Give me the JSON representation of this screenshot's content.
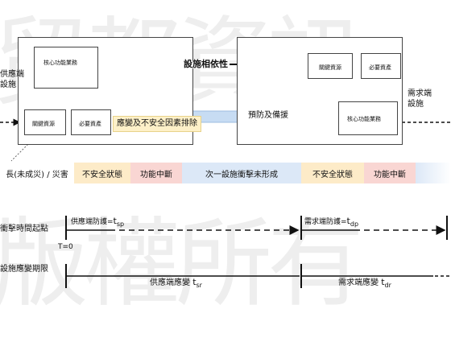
{
  "watermark": {
    "line1": "贸都資訊",
    "line2": "版權所有"
  },
  "supplier": {
    "label": "供應端\n設施",
    "core": "核心功能業務",
    "key_resource": "關鍵資源",
    "necessary": "必要資產"
  },
  "demander": {
    "label": "需求端\n設施",
    "key_resource": "關鍵資源",
    "necessary": "必要資產",
    "core": "核心功能業務"
  },
  "dependency_label": "設施相依性",
  "prevention_label": "預防及備援",
  "adaptation_label": "應變及不安全因素排除",
  "timeline_bar": {
    "segments": [
      "長(未成災) / 災害",
      "不安全狀態",
      "功能中斷",
      "次一設施衝擊未形成",
      "不安全狀態",
      "功能中斷"
    ],
    "colors": [
      "#ffffff",
      "#fdebc8",
      "#f9d6d3",
      "#dce8f7",
      "#fdebc8",
      "#f9d6d3"
    ]
  },
  "impact_row": {
    "label": "衝擊時間起點",
    "t0": "T=0",
    "supplier_defense": "供應端防護=",
    "supplier_t": "t",
    "supplier_sub": "sp",
    "demander_defense": "需求端防護=",
    "demander_t": "t",
    "demander_sub": "dp"
  },
  "response_row": {
    "label": "設施應變期限",
    "supplier_resp": "供應端應變",
    "supplier_t": "t",
    "supplier_sub": "sr",
    "demander_resp": "需求端應變",
    "demander_t": "t",
    "demander_sub": "dr"
  }
}
